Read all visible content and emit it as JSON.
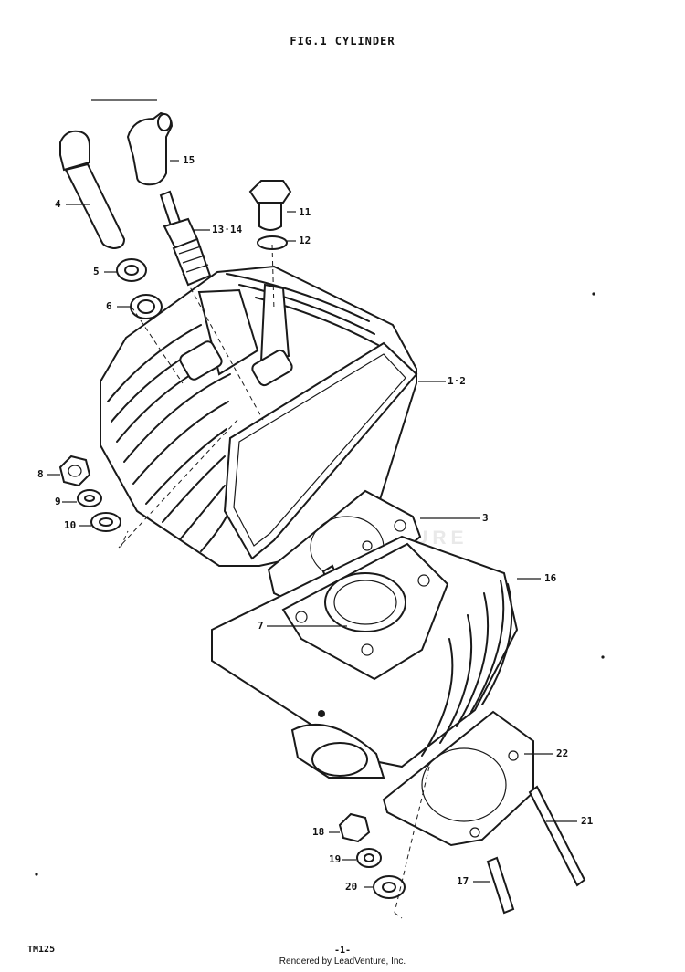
{
  "figure": {
    "title": "FIG.1 CYLINDER",
    "footer_code": "TM125",
    "page_number": "-1-",
    "credit": "Rendered by LeadVenture, Inc.",
    "watermark": "LEADVENTURE"
  },
  "callouts": [
    {
      "id": "15",
      "label": "15"
    },
    {
      "id": "4",
      "label": "4"
    },
    {
      "id": "13-14",
      "label": "13·14"
    },
    {
      "id": "11",
      "label": "11"
    },
    {
      "id": "12",
      "label": "12"
    },
    {
      "id": "5",
      "label": "5"
    },
    {
      "id": "6",
      "label": "6"
    },
    {
      "id": "1-2",
      "label": "1·2"
    },
    {
      "id": "8",
      "label": "8"
    },
    {
      "id": "9",
      "label": "9"
    },
    {
      "id": "10",
      "label": "10"
    },
    {
      "id": "3",
      "label": "3"
    },
    {
      "id": "16",
      "label": "16"
    },
    {
      "id": "7",
      "label": "7"
    },
    {
      "id": "22",
      "label": "22"
    },
    {
      "id": "21",
      "label": "21"
    },
    {
      "id": "18",
      "label": "18"
    },
    {
      "id": "19",
      "label": "19"
    },
    {
      "id": "17",
      "label": "17"
    },
    {
      "id": "20",
      "label": "20"
    }
  ]
}
